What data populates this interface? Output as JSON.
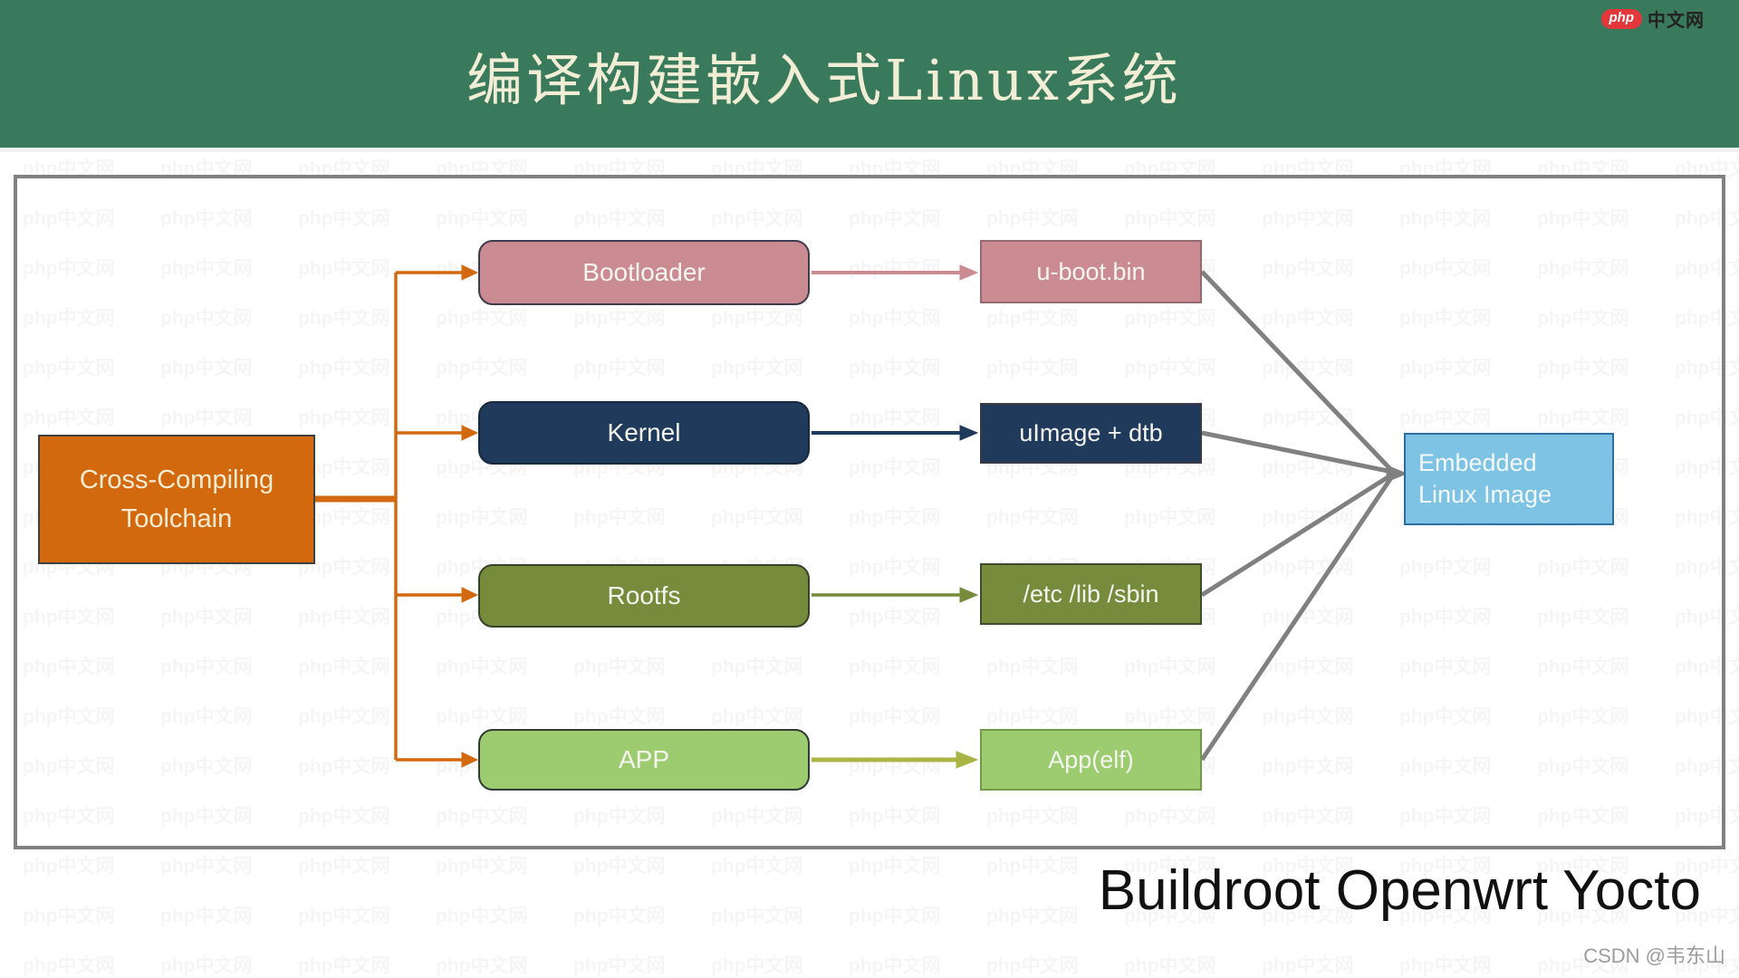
{
  "header": {
    "title": "编译构建嵌入式Linux系统",
    "bg_color": "#3a7a5c",
    "title_color": "#f2eed6"
  },
  "logo": {
    "php_label": "php",
    "site_label": "中文网",
    "pill_color": "#e2373b"
  },
  "watermark": {
    "tile_text": "php中文网",
    "credit": "CSDN @韦东山"
  },
  "diagram": {
    "source": {
      "label_line1": "Cross-Compiling",
      "label_line2": "Toolchain",
      "color": "#d2690f"
    },
    "rows": [
      {
        "stage": "Bootloader",
        "artifact": "u-boot.bin",
        "color": "#cb8b93"
      },
      {
        "stage": "Kernel",
        "artifact": "uImage + dtb",
        "color": "#203a5c"
      },
      {
        "stage": "Rootfs",
        "artifact": "/etc /lib /sbin",
        "color": "#768b3b"
      },
      {
        "stage": "APP",
        "artifact": "App(elf)",
        "color": "#9ccb70"
      }
    ],
    "target": {
      "label_line1": "Embedded",
      "label_line2": "Linux Image",
      "color": "#7ec3e4"
    },
    "arrow_colors": {
      "toolchain_branches": "#d2690f",
      "bootloader_arrow": "#cb8b93",
      "kernel_arrow": "#203a5c",
      "rootfs_arrow": "#768b3b",
      "app_arrow": "#a9b545",
      "merge_lines": "#808080"
    }
  },
  "footer": {
    "tools": "Buildroot Openwrt Yocto"
  }
}
